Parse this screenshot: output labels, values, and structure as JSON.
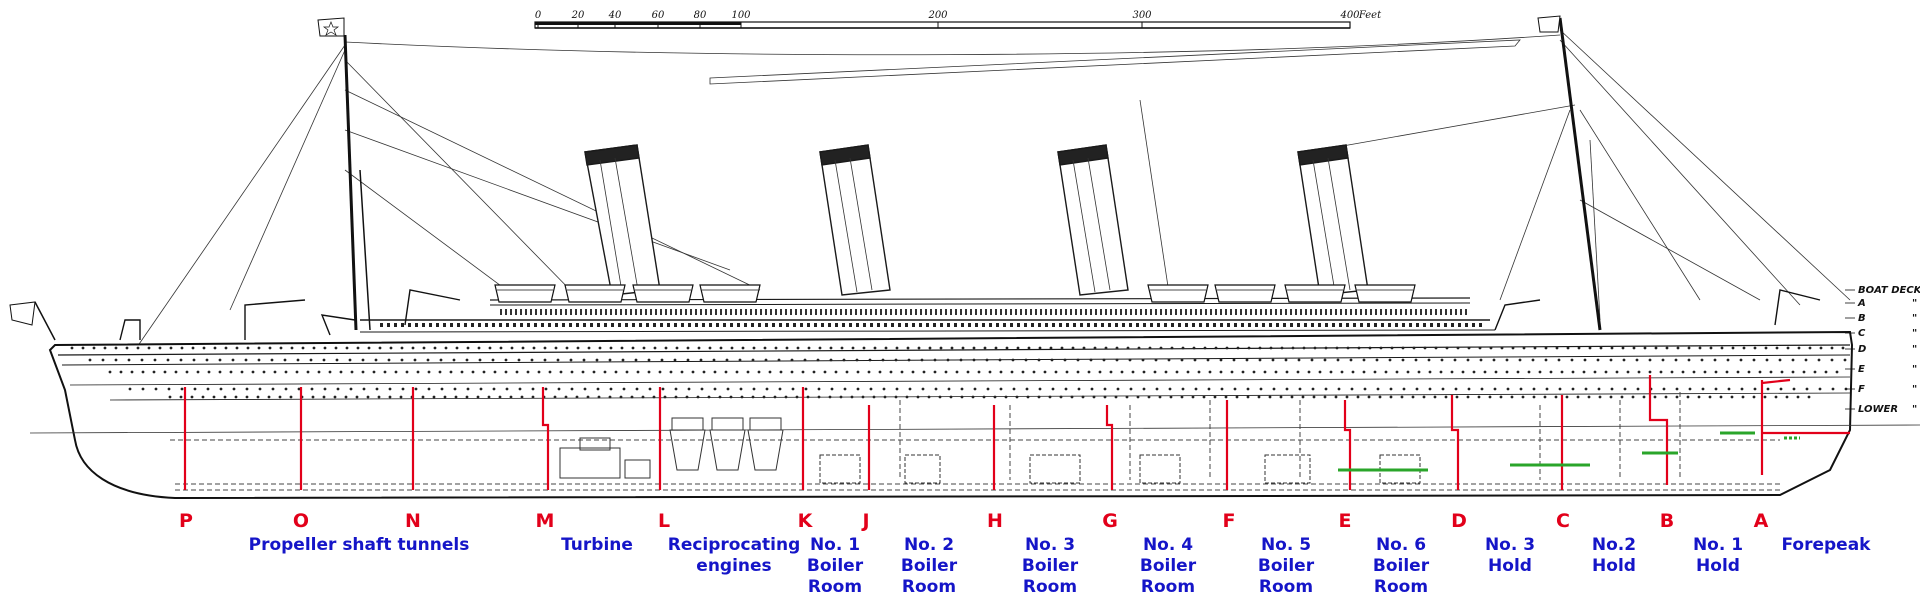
{
  "scale_bar": {
    "ticks": [
      "0",
      "20",
      "40",
      "60",
      "80",
      "100",
      "200",
      "300",
      "400"
    ],
    "unit": "Feet"
  },
  "deck_labels": [
    "BOAT DECK",
    "A",
    "B",
    "C",
    "D",
    "E",
    "F",
    "LOWER"
  ],
  "deck_ditto": "\"",
  "bulkheads": [
    "P",
    "O",
    "N",
    "M",
    "L",
    "K",
    "J",
    "H",
    "G",
    "F",
    "E",
    "D",
    "C",
    "B",
    "A"
  ],
  "compartments": [
    [
      "Propeller shaft tunnels"
    ],
    [
      "Turbine"
    ],
    [
      "Reciprocating",
      "engines"
    ],
    [
      "No. 1",
      "Boiler",
      "Room"
    ],
    [
      "No. 2",
      "Boiler",
      "Room"
    ],
    [
      "No. 3",
      "Boiler",
      "Room"
    ],
    [
      "No. 4",
      "Boiler",
      "Room"
    ],
    [
      "No. 5",
      "Boiler",
      "Room"
    ],
    [
      "No. 6",
      "Boiler",
      "Room"
    ],
    [
      "No. 3",
      "Hold"
    ],
    [
      "No.2",
      "Hold"
    ],
    [
      "No. 1",
      "Hold"
    ],
    [
      "Forepeak"
    ]
  ],
  "colors": {
    "bulkhead": "#e2001a",
    "label": "#1515c8",
    "green_marks": "#2aa52a",
    "ink": "#1a1a1a"
  }
}
